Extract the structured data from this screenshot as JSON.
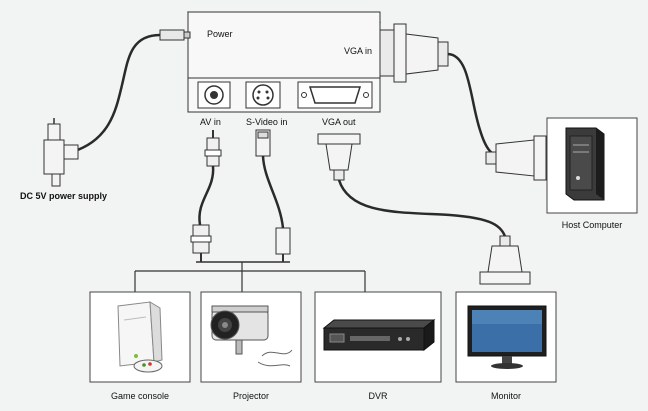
{
  "converter": {
    "power_label": "Power",
    "vga_in_label": "VGA in",
    "ports": {
      "av_in": "AV in",
      "svideo_in": "S-Video in",
      "vga_out": "VGA out"
    }
  },
  "power_supply_label": "DC 5V power supply",
  "host_computer_label": "Host Computer",
  "devices": {
    "game_console": "Game console",
    "projector": "Projector",
    "dvr": "DVR",
    "monitor": "Monitor"
  },
  "colors": {
    "cable": "#2a2a2a",
    "device_body": "#f7f7f7",
    "connector": "#e9eaea",
    "frame_border": "#444444"
  }
}
